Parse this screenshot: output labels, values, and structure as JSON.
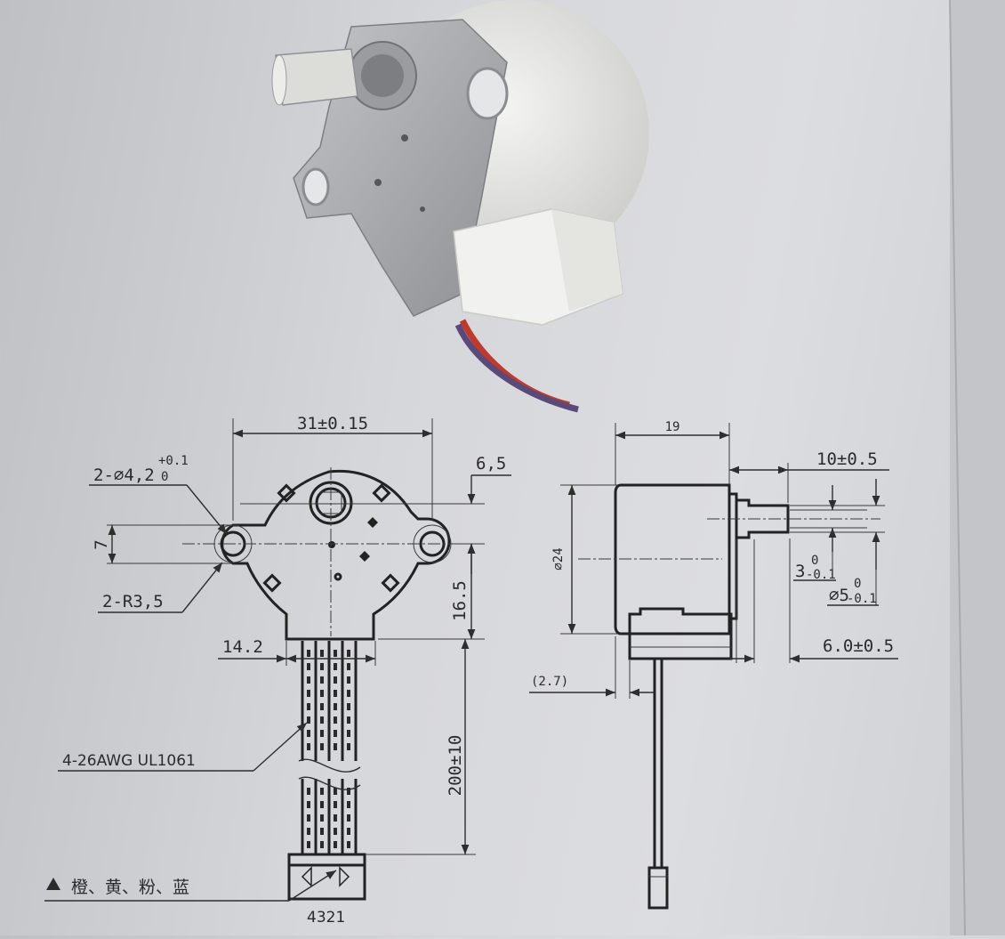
{
  "front_view": {
    "width_dim": "31±0.15",
    "hole_dim_main": "2-⌀4,2",
    "hole_tol_plus": "+0.1",
    "hole_tol_zero": "0",
    "offset_dim": "6,5",
    "hole_spacing_dim": "7",
    "radius_dim": "2-R3,5",
    "height_dim": "16.5",
    "wire_width_dim": "14.2",
    "wire_length_dim": "200±10",
    "wire_spec": "4-26AWG UL1061",
    "connector_pins": "4321",
    "wire_colors": "橙、黄、粉、蓝"
  },
  "side_view": {
    "depth_dim": "19",
    "shaft_length_dim": "10±0.5",
    "diameter_dim": "⌀24",
    "flat_dim": "3",
    "flat_tol_zero": "0",
    "flat_tol_minus": "-0.1",
    "shaft_dia_dim": "⌀5",
    "shaft_tol_zero": "0",
    "shaft_tol_minus": "-0.1",
    "boss_dim": "6.0±0.5",
    "gap_dim": "(2.7)"
  }
}
